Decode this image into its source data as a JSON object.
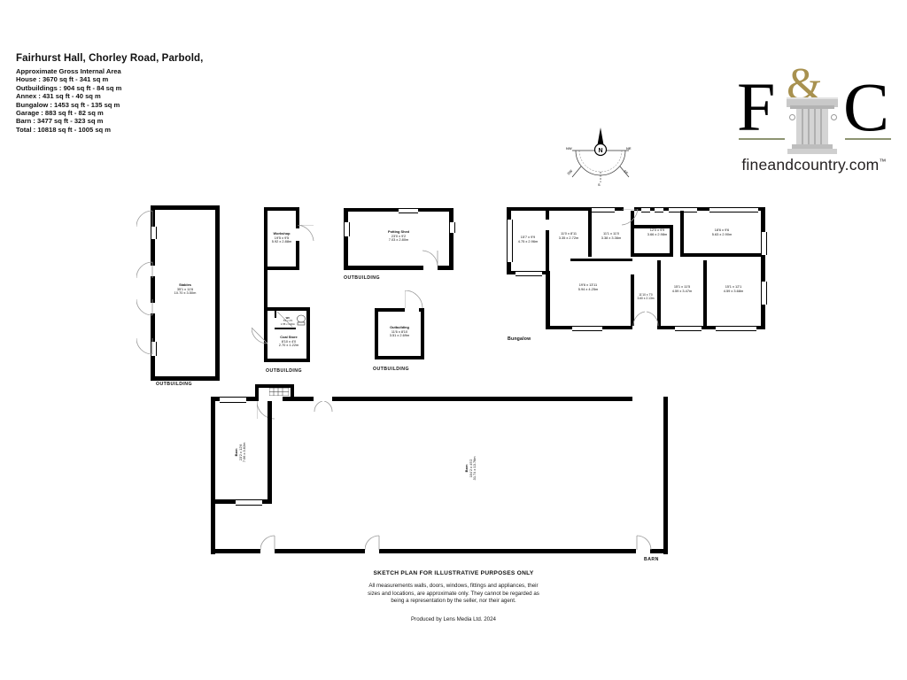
{
  "header": {
    "title": "Fairhurst Hall, Chorley Road, Parbold,",
    "area_heading": "Approximate Gross Internal Area",
    "areas": [
      "House : 3670 sq ft - 341 sq m",
      "Outbuildings : 904 sq ft - 84 sq m",
      "Annex : 431 sq ft - 40 sq m",
      "Bungalow : 1453 sq ft - 135 sq m",
      "Garage : 883 sq ft - 82 sq m",
      "Barn : 3477 sq ft - 323 sq m",
      "Total : 10818 sq ft - 1005 sq m"
    ]
  },
  "logo": {
    "letter_f": "F",
    "ampersand": "&",
    "letter_c": "C",
    "domain": "fineandcountry.com",
    "trademark": "™",
    "gold": "#a8914f",
    "rule_color": "#8d9472"
  },
  "compass": {
    "north": "N",
    "labels": [
      "NW",
      "NE",
      "SW",
      "SE",
      "S"
    ]
  },
  "plans": {
    "stables": {
      "caption": "OUTBUILDING",
      "rooms": [
        {
          "name": "Stables",
          "feet": "35'1 x 11'6",
          "metres": "10.70 x 3.50m"
        }
      ]
    },
    "workshop": {
      "caption": "OUTBUILDING",
      "rooms": [
        {
          "name": "Workshop",
          "feet": "19'5 x 9'5",
          "metres": "5.92 x 2.88m"
        },
        {
          "name": "WC",
          "feet": "5'1 x 4'3",
          "metres": "1.55 x 1.30m"
        },
        {
          "name": "Coal Store",
          "feet": "8'10 x 4'0",
          "metres": "2.70 x 1.22m"
        }
      ]
    },
    "potting_shed": {
      "caption": "OUTBUILDING",
      "rooms": [
        {
          "name": "Potting Shed",
          "feet": "23'0 x 9'2",
          "metres": "7.03 x 2.80m"
        }
      ]
    },
    "small_outbuilding": {
      "caption": "OUTBUILDING",
      "rooms": [
        {
          "name": "Outbuilding",
          "feet": "11'6 x 8'10",
          "metres": "3.51 x 2.69m"
        }
      ]
    },
    "bungalow": {
      "caption": "Bungalow",
      "rooms": [
        {
          "name": "",
          "feet": "15'7 x 9'9",
          "metres": "4.75 x 2.96m"
        },
        {
          "name": "",
          "feet": "11'0 x 8'11",
          "metres": "3.35 x 2.72m"
        },
        {
          "name": "",
          "feet": "11'1 x 11'0",
          "metres": "3.38 x 3.36m"
        },
        {
          "name": "",
          "feet": "12'0 x 9'9",
          "metres": "3.66 x 2.98m"
        },
        {
          "name": "",
          "feet": "18'6 x 9'6",
          "metres": "5.63 x 2.90m"
        },
        {
          "name": "",
          "feet": "19'6 x 13'11",
          "metres": "5.94 x 4.25m"
        },
        {
          "name": "",
          "feet": "11'10 x 7'0",
          "metres": "3.60 x 2.13m"
        },
        {
          "name": "",
          "feet": "15'1 x 11'5",
          "metres": "4.59 x 3.47m"
        },
        {
          "name": "",
          "feet": "15'1 x 12'1",
          "metres": "4.59 x 3.68m"
        }
      ]
    },
    "barn": {
      "caption": "BARN",
      "rooms": [
        {
          "name": "Barn",
          "feet": "23'2 x 12'6",
          "metres": "7.06 x 3.82m"
        },
        {
          "name": "Barn",
          "feet": "104'2 x 45'2",
          "metres": "31.74 x 13.76m"
        }
      ]
    }
  },
  "footer": {
    "title": "SKETCH PLAN FOR ILLUSTRATIVE PURPOSES ONLY",
    "disclaimer_line1": "All measurements walls, doors, windows, fittings and appliances, their",
    "disclaimer_line2": "sizes and locations, are approximate only. They cannot be regarded as",
    "disclaimer_line3": "being a representation by the seller, nor their agent.",
    "producer": "Produced by Lens Media Ltd. 2024"
  }
}
